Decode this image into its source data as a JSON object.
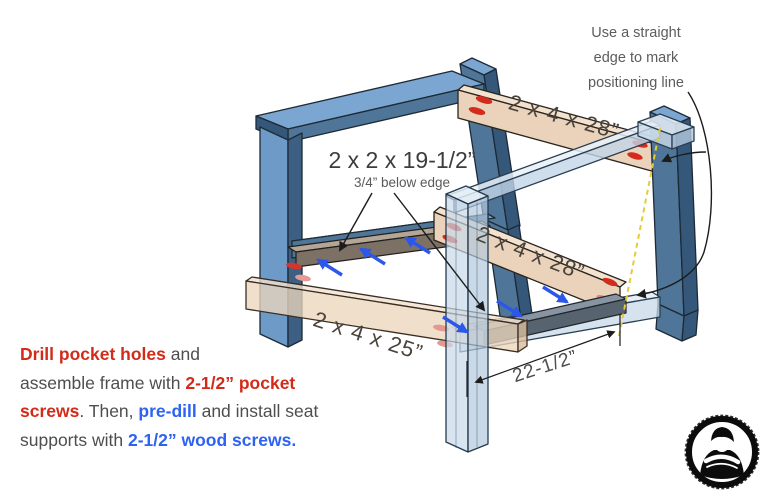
{
  "figure": {
    "callout": "Use a straight edge to mark positioning line",
    "labels": {
      "side_support": "2 x 2 x 19-1/2”",
      "side_support_note": "3/4” below edge",
      "back_top_board": "2 x 4 x 28”",
      "seat_back_board": "2 x 4 x 28”",
      "seat_front_board": "2 x 4 x 25”",
      "seat_depth_dimension": "22-1/2”"
    }
  },
  "note": {
    "seg1": "Drill pocket holes",
    "seg2": " and",
    "seg3": "assemble frame with ",
    "seg4": "2-1/2” pocket",
    "seg5": "screws",
    "seg6": ". Then, ",
    "seg7": "pre-dill",
    "seg8": " and install seat",
    "seg9": "supports with ",
    "seg10": "2-1/2” wood screws."
  },
  "icons": {
    "logo": "woodworker-crossed-arms-logo"
  },
  "colors": {
    "highlight_red": "#d22b1a",
    "highlight_blue": "#2e63f2",
    "frame_blue_top": "#7ba6d2",
    "frame_blue_front": "#4f7698",
    "frame_blue_dark": "#35587a",
    "frame_blue_transparent": "#c8daea",
    "board_tan": "#ead3ba",
    "support_gray_brown": "#7d7064",
    "arrow_blue": "#2b57ea",
    "positioning_line_yellow": "#e6cb35",
    "pocket_hole_red": "#d32b1c"
  }
}
